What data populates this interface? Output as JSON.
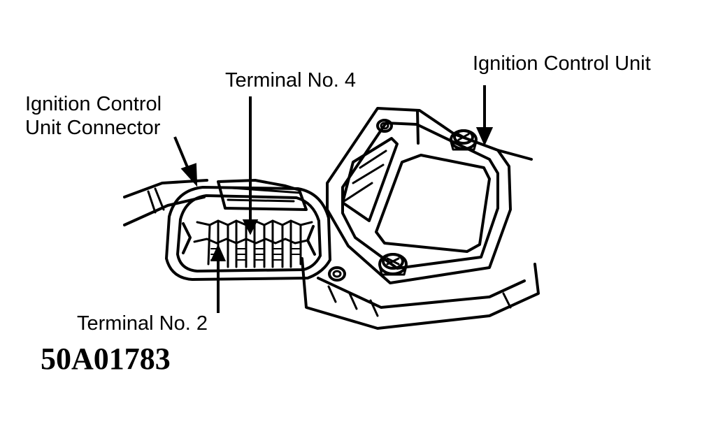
{
  "labels": {
    "ignition_control_unit": "Ignition Control Unit",
    "terminal_no_4": "Terminal No. 4",
    "connector_line1": "Ignition Control",
    "connector_line2": "Unit Connector",
    "terminal_no_2": "Terminal No. 2"
  },
  "figure_id": "50A01783",
  "colors": {
    "ink": "#000000",
    "paper": "#ffffff"
  }
}
